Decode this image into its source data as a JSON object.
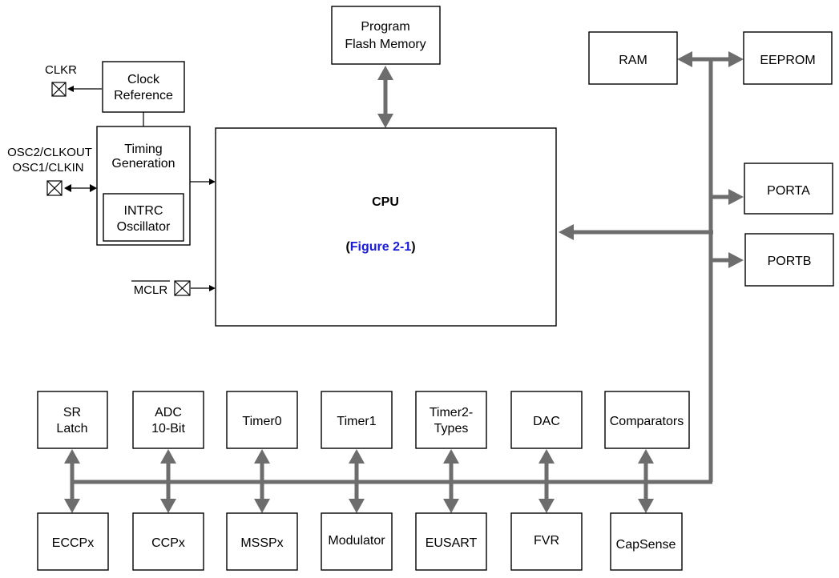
{
  "blocks": {
    "program_flash": [
      "Program",
      "Flash Memory"
    ],
    "ram": "RAM",
    "eeprom": "EEPROM",
    "clock_reference": [
      "Clock",
      "Reference"
    ],
    "timing_generation": [
      "Timing",
      "Generation"
    ],
    "intrc_oscillator": [
      "INTRC",
      "Oscillator"
    ],
    "cpu": "CPU",
    "cpu_ref_open": "(",
    "cpu_ref_link": "Figure 2-1",
    "cpu_ref_close": ")",
    "porta": "PORTA",
    "portb": "PORTB"
  },
  "pins": {
    "clkr": "CLKR",
    "osc2": "OSC2/CLKOUT",
    "osc1": "OSC1/CLKIN",
    "mclr": "MCLR"
  },
  "peripherals_top": {
    "sr_latch": [
      "SR",
      "Latch"
    ],
    "adc": [
      "ADC",
      "10-Bit"
    ],
    "timer0": "Timer0",
    "timer1": "Timer1",
    "timer2": [
      "Timer2-",
      "Types"
    ],
    "dac": "DAC",
    "comparators": "Comparators"
  },
  "peripherals_bottom": {
    "eccpx": "ECCPx",
    "ccpx": "CCPx",
    "msspx": "MSSPx",
    "modulator": "Modulator",
    "eusart": "EUSART",
    "fvr": "FVR",
    "capsense": "CapSense"
  },
  "colors": {
    "bus": "#6d6d6d",
    "link": "#1a1adb",
    "line": "#000000"
  }
}
